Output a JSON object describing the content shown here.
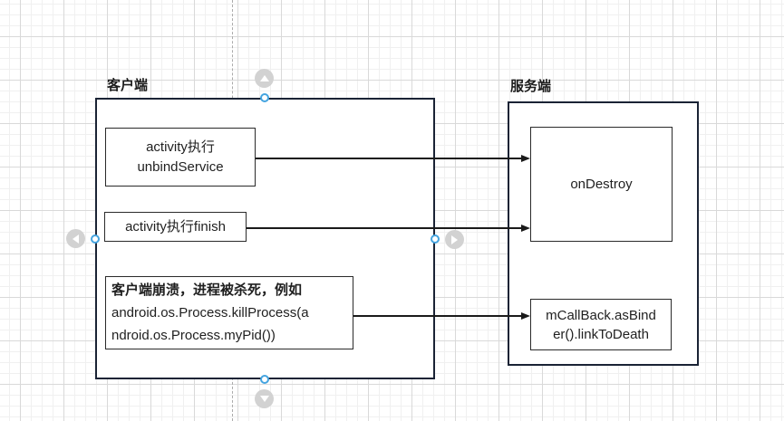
{
  "client_group": {
    "title": "客户端"
  },
  "server_group": {
    "title": "服务端"
  },
  "nodes": {
    "unbind_service": {
      "line1": "activity执行",
      "line2": "unbindService"
    },
    "finish": {
      "label": "activity执行finish"
    },
    "crash": {
      "line1": "客户端崩溃，进程被杀死，例如",
      "line2": "android.os.Process.killProcess(a",
      "line3": "ndroid.os.Process.myPid())"
    },
    "on_destroy": {
      "label": "onDestroy"
    },
    "link_to_death": {
      "line1": "mCallBack.asBind",
      "line2": "er().linkToDeath"
    }
  },
  "colors": {
    "group_border": "#1a2335",
    "node_border": "#2a2a2a",
    "edge": "#1a1a1a",
    "connection_point_ring": "#44a4e0",
    "nav_arrow_circle": "#d2d2d2",
    "grid_minor": "#f0f0f0",
    "grid_major": "#d9d9d9",
    "page_divider": "#ababab",
    "background": "#ffffff"
  }
}
